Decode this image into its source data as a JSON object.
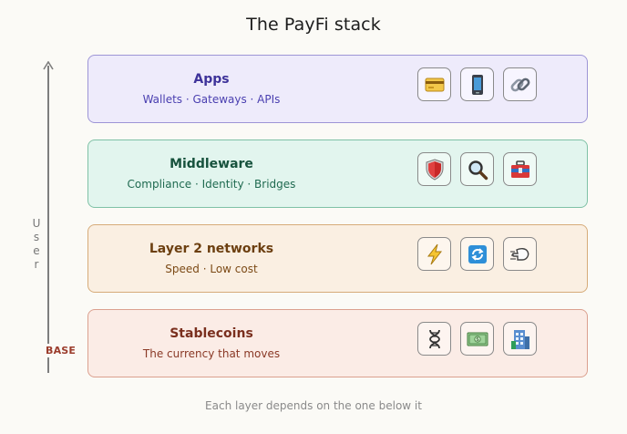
{
  "title": "The PayFi stack",
  "axis": {
    "label_letters": [
      "U",
      "s",
      "e",
      "r"
    ],
    "base_label": "BASE"
  },
  "layers": [
    {
      "name": "Apps",
      "subtitle": "Wallets · Gateways · APIs",
      "icons": [
        "credit-card-icon",
        "mobile-phone-icon",
        "link-icon"
      ]
    },
    {
      "name": "Middleware",
      "subtitle": "Compliance · Identity · Bridges",
      "icons": [
        "shield-icon",
        "magnifier-icon",
        "toolbox-icon"
      ]
    },
    {
      "name": "Layer 2 networks",
      "subtitle": "Speed · Low cost",
      "icons": [
        "lightning-icon",
        "refresh-icon",
        "fast-hand-icon"
      ]
    },
    {
      "name": "Stablecoins",
      "subtitle": "The currency that moves",
      "icons": [
        "dna-icon",
        "dollar-bill-icon",
        "bank-building-icon"
      ]
    }
  ],
  "footer": "Each layer depends on the one below it"
}
